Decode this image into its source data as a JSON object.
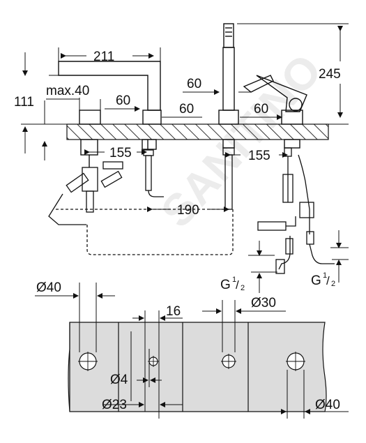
{
  "watermark": "SANITINO",
  "colors": {
    "line": "#1a1a1a",
    "hatch": "#2b2b2b",
    "cut": "#d9d9d9",
    "water": "#f0f0f0"
  },
  "top_view": {
    "dims": {
      "spout_reach": "211",
      "max_depth": "max.40",
      "height_111": "111",
      "spout_spacing": "60",
      "valve_spacing": "60",
      "shower_spacing": "60",
      "lever_spacing": "60",
      "shower_height": "245",
      "left_spacing": "155",
      "right_spacing": "155",
      "hose_spacing": "190",
      "thread_left": "G",
      "thread_right": "G",
      "thread_fraction_num": "1",
      "thread_fraction_den": "2"
    }
  },
  "cut_view": {
    "dims": {
      "hole_left": "Ø40",
      "gap": "16",
      "hole_mid": "Ø30",
      "small_hole": "Ø4",
      "hole_23": "Ø23",
      "hole_right": "Ø40"
    }
  }
}
